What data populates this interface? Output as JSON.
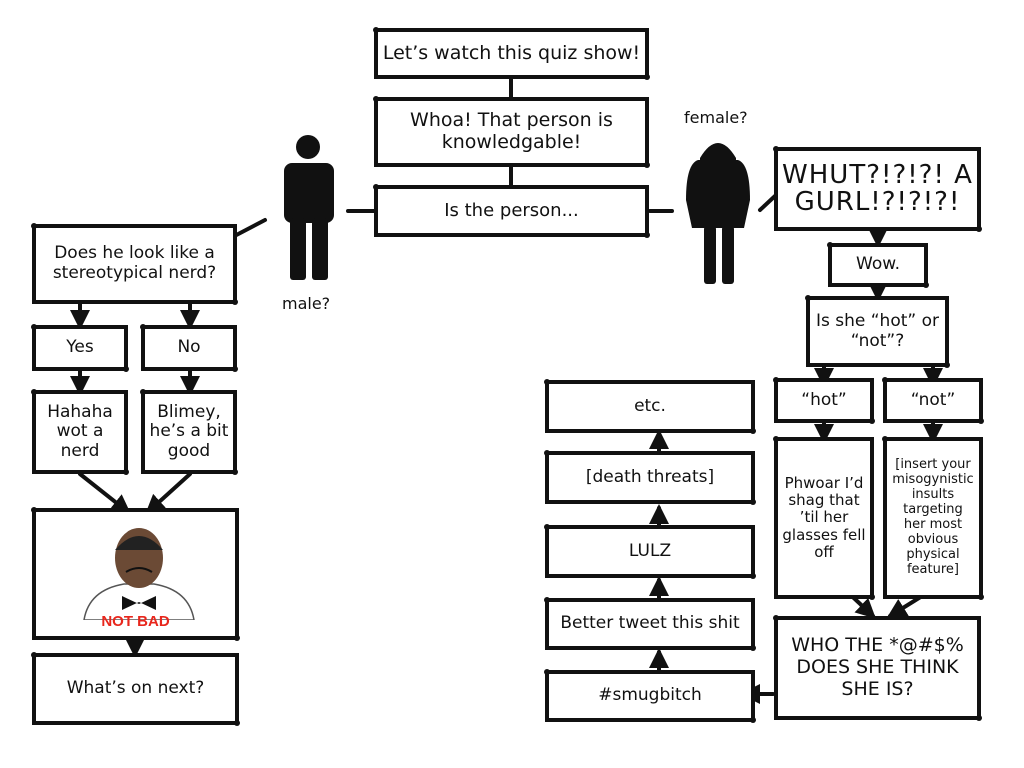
{
  "title_box": "Let’s watch this quiz show!",
  "knowledge_box": "Whoa! That person is knowledgable!",
  "question_box": "Is the person...",
  "male_label": "male?",
  "female_label": "female?",
  "male": {
    "nerd_question": "Does he look like a stereotypical nerd?",
    "yes": "Yes",
    "no": "No",
    "yes_result": "Hahaha wot a nerd",
    "no_result": "Blimey, he’s a bit good",
    "meme_caption": "NOT BAD",
    "next": "What’s on next?"
  },
  "female": {
    "whut": "WHUT?!?!?! A GURL!?!?!?!",
    "wow": "Wow.",
    "hot_question": "Is she “hot” or “not”?",
    "hot": "“hot”",
    "not": "“not”",
    "hot_result": "Phwoar I’d shag that ’til her glasses fell off",
    "not_result": "[insert your misogynistic insults targeting her most obvious physical feature]",
    "who": "WHO THE *@#$% DOES SHE THINK SHE IS?",
    "chain": {
      "smug": "#smugbitch",
      "tweet": "Better tweet this shit",
      "lulz": "LULZ",
      "death": "[death threats]",
      "etc": "etc."
    }
  },
  "colors": {
    "ink": "#111111",
    "meme_red": "#e8261c"
  }
}
